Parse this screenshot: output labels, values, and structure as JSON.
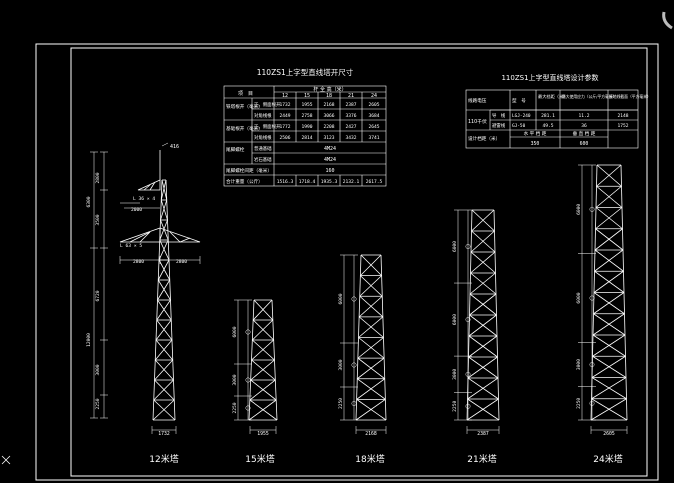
{
  "drawing": {
    "table1": {
      "title": "110ZS1上字型直线塔开尺寸",
      "header_item": "项　目",
      "header_height": "杆 全 高（米）",
      "heights": [
        "12",
        "15",
        "18",
        "21",
        "24"
      ],
      "rows": [
        {
          "group": "铁塔根开（毫米）",
          "name": "正、侧面根开",
          "values": [
            "1732",
            "1955",
            "2168",
            "2387",
            "2605"
          ]
        },
        {
          "group": "",
          "name": "对角线根",
          "values": [
            "2449",
            "2758",
            "3066",
            "3376",
            "3684"
          ]
        },
        {
          "group": "基础根开（毫米）",
          "name": "正、侧面根开",
          "values": [
            "1772",
            "1990",
            "2208",
            "2427",
            "2645"
          ]
        },
        {
          "group": "",
          "name": "对角线根",
          "values": [
            "2506",
            "2814",
            "3123",
            "3432",
            "3741"
          ]
        },
        {
          "group": "尾脚螺栓",
          "name": "普通基础",
          "values": [
            "4M24"
          ]
        },
        {
          "group": "",
          "name": "岩石基础",
          "values": [
            "4M24"
          ]
        },
        {
          "group": "尾脚螺栓间距（毫米）",
          "name": "",
          "values": [
            "160"
          ]
        },
        {
          "group": "合计重量（公斤）",
          "name": "",
          "values": [
            "1516.3",
            "1718.4",
            "1935.3",
            "2132.1",
            "2617.5"
          ]
        }
      ]
    },
    "table2": {
      "title": "110ZS1上字型直线塔设计参数",
      "headers": [
        "线路电压",
        "型　号",
        "最大档距（米）",
        "最大使用应力（公斤/平方毫米）",
        "接地线截面（平方毫米）"
      ],
      "rows": [
        {
          "voltage": "110千伏",
          "type": "导　线",
          "model": "LGJ-240",
          "span": "281.1",
          "stress": "11.2",
          "value": "2148"
        },
        {
          "voltage": "",
          "type": "避雷线",
          "model": "GJ-50",
          "span": "49.5",
          "stress": "36",
          "value": "1752"
        }
      ],
      "span_label": "设计档距（米）",
      "horizontal_label": "水 平 档 距",
      "vertical_label": "垂 直 档 距",
      "horizontal_value": "350",
      "vertical_value": "600"
    },
    "tower12": {
      "top_label": "416",
      "angle1": "L 36 × 4",
      "angle2": "L 63 × 5",
      "arm_top": "2000",
      "arm_left": "2800",
      "arm_right": "2800",
      "dims_outer": [
        "2800",
        "3500",
        "6720",
        "3000",
        "2250"
      ],
      "dim_total1": "6300",
      "dim_total2": "12000",
      "base": "1732",
      "caption": "12米塔"
    },
    "towers": [
      {
        "dims": [
          "6000",
          "3000",
          "2250"
        ],
        "base": "1955",
        "caption": "15米塔"
      },
      {
        "dims": [
          "6000",
          "3000",
          "2250"
        ],
        "base": "2168",
        "caption": "18米塔"
      },
      {
        "dims": [
          "6000",
          "6000",
          "3000",
          "2250"
        ],
        "base": "2387",
        "caption": "21米塔"
      },
      {
        "dims": [
          "6000",
          "6000",
          "3000",
          "2250"
        ],
        "base": "2605",
        "caption": "24米塔"
      }
    ]
  }
}
